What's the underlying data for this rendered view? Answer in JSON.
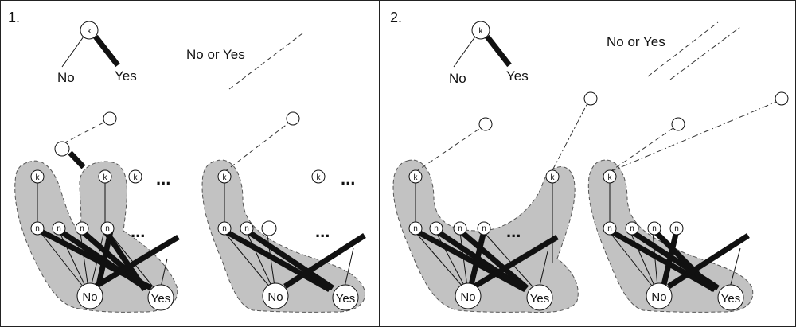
{
  "panels": [
    {
      "number": "1.",
      "legend_root": "k",
      "legend_left": "No",
      "legend_right": "Yes",
      "legend_ambiguous": "No or Yes",
      "left_group": {
        "k_label": "k",
        "n_label": "n",
        "no_label": "No",
        "yes_label": "Yes"
      },
      "right_group": {
        "k_label": "k",
        "n_label": "n",
        "no_label": "No",
        "yes_label": "Yes"
      },
      "free_k_left": "k",
      "free_k_right": "k",
      "ellipsis": "..."
    },
    {
      "number": "2.",
      "legend_root": "k",
      "legend_left": "No",
      "legend_right": "Yes",
      "legend_ambiguous": "No or Yes",
      "left_group": {
        "k_label": "k",
        "n_label": "n",
        "no_label": "No",
        "yes_label": "Yes"
      },
      "right_group": {
        "k_label": "k",
        "n_label": "n",
        "no_label": "No",
        "yes_label": "Yes"
      },
      "ellipsis": "..."
    }
  ]
}
